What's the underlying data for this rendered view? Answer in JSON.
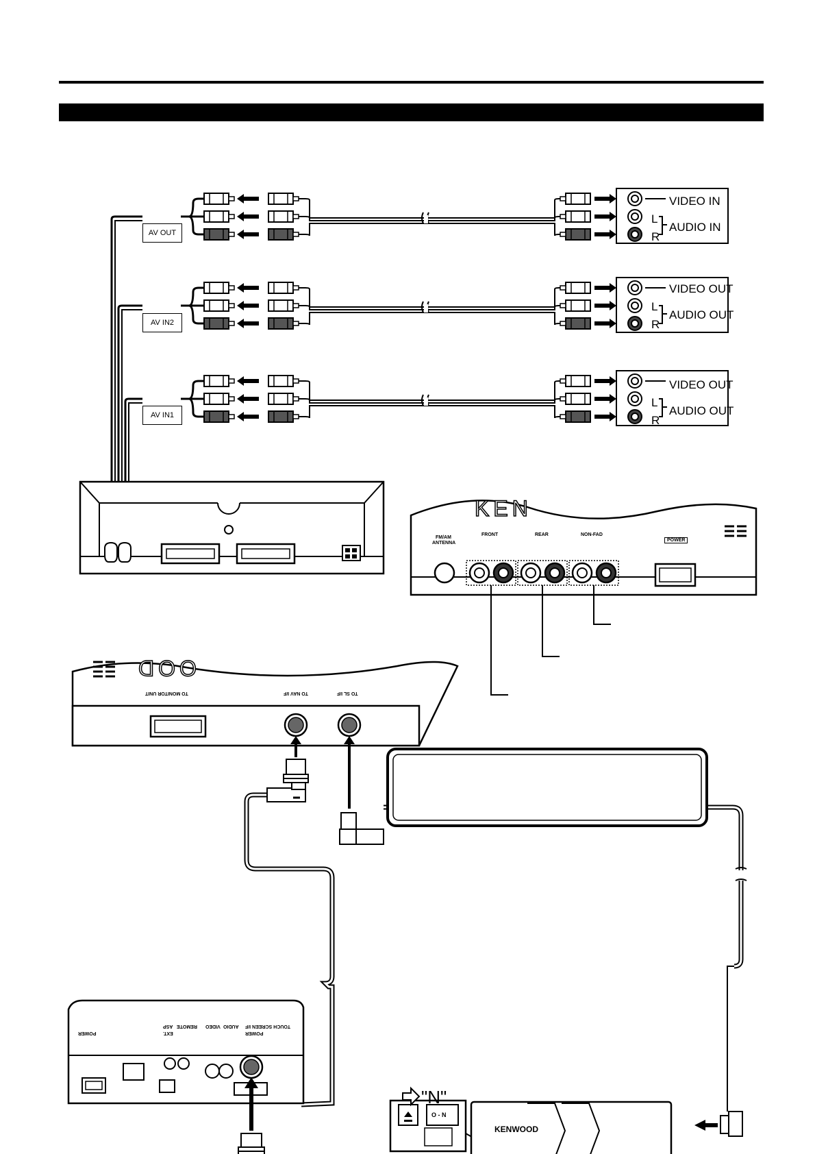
{
  "header_band": {
    "text": ""
  },
  "av_out": {
    "label": "AV OUT",
    "device": {
      "video": "VIDEO IN",
      "l": "L",
      "r": "R",
      "audio": "AUDIO IN"
    }
  },
  "av_in2": {
    "label": "AV IN2",
    "device": {
      "video": "VIDEO OUT",
      "l": "L",
      "r": "R",
      "audio": "AUDIO OUT"
    }
  },
  "av_in1": {
    "label": "AV IN1",
    "device": {
      "video": "VIDEO OUT",
      "l": "L",
      "r": "R",
      "audio": "AUDIO OUT"
    }
  },
  "receiver": {
    "brand": "KEN",
    "fm_am": "FM/AM",
    "antenna": "ANTENNA",
    "front": "FRONT",
    "rear": "REAR",
    "non_fad": "NON-FAD",
    "power": "POWER"
  },
  "interface_box": {
    "brand": "OOD",
    "to_monitor": "TO MONITOR UNIT",
    "to_nav": "TO NAV I/F",
    "to_sl": "TO SL I/F"
  },
  "navigation_unit": {
    "labels": [
      "POWER",
      "EXT.",
      "REMOTE",
      "VIDEO",
      "AUDIO",
      "TOUCH SCREEN I/F",
      "ASP",
      "POWER"
    ]
  },
  "changer": {
    "brand": "KENWOOD",
    "switch": "O - N",
    "switch_callout": "\"N\""
  },
  "note_box": {
    "text": ""
  }
}
